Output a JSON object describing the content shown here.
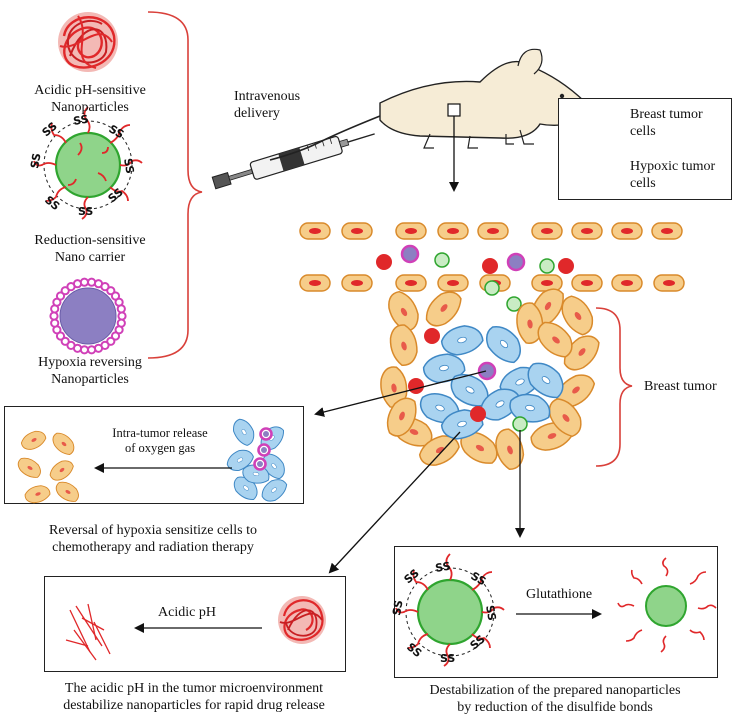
{
  "left_panel": {
    "np1_label": [
      "Acidic pH-sensitive",
      "Nanoparticles"
    ],
    "np2_label": [
      "Reduction-sensitive",
      "Nano carrier"
    ],
    "np3_label": [
      "Hypoxia reversing",
      "Nanoparticles"
    ]
  },
  "delivery_label": [
    "Intravenous",
    "delivery"
  ],
  "legend": {
    "breast_tumor_cells": [
      "Breast tumor",
      "cells"
    ],
    "hypoxic_tumor_cells": [
      "Hypoxic tumor",
      "cells"
    ]
  },
  "breast_tumor_label": "Breast tumor",
  "hypoxia_box": {
    "inner_label": [
      "Intra-tumor release",
      "of oxygen gas"
    ],
    "caption": [
      "Reversal of hypoxia sensitize cells to",
      "chemotherapy and radiation therapy"
    ]
  },
  "acidic_box": {
    "arrow_label": "Acidic pH",
    "caption": [
      "The acidic pH in the tumor microenvironment",
      "destabilize nanoparticles for rapid drug release"
    ]
  },
  "reduction_box": {
    "arrow_label": "Glutathione",
    "caption": [
      "Destabilization of the prepared nanoparticles",
      "by reduction of the disulfide bonds"
    ],
    "ss_label": "SS"
  },
  "colors": {
    "red_np": "#e0282a",
    "green_np": "#8fd48a",
    "green_border": "#2fa52f",
    "purple_core": "#8c7fc2",
    "magenta_shell": "#d040b8",
    "orange_cell": "#f6cd8a",
    "orange_border": "#d98a2b",
    "blue_cell": "#a9d3f0",
    "blue_border": "#3f88c5",
    "bracket": "#d9403a"
  }
}
